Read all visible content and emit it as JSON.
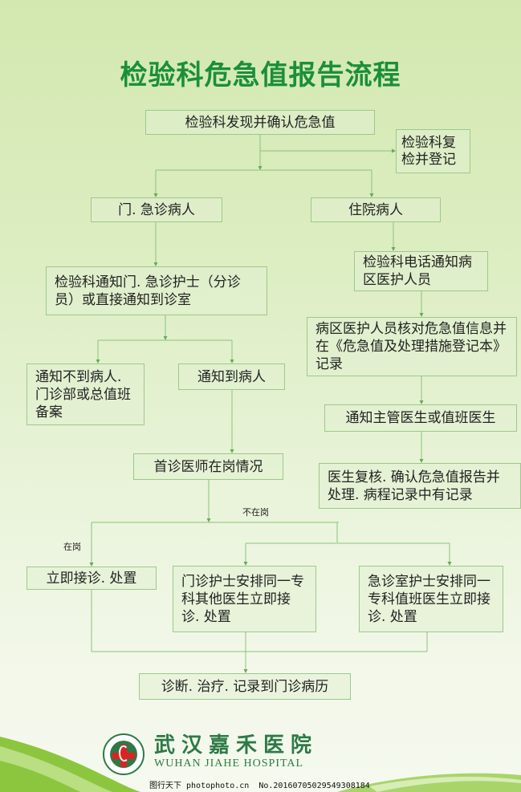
{
  "title": "检验科危急值报告流程",
  "nodes": {
    "start": "检验科发现并确认危急值",
    "recheck": "检验科复\n检并登记",
    "outpatient": "门. 急诊病人",
    "inpatient": "住院病人",
    "notify_outpatient": "检验科通知门. 急诊护士（分诊员）或直接通知到诊室",
    "notify_ward": "检验科电话通知病区医护人员",
    "ward_verify": "病区医护人员核对危急值信息并在《危急值及处理措施登记本》记录",
    "notify_doctor": "通知主管医生或值班医生",
    "doctor_review": "医生复核. 确认危急值报告并处理. 病程记录中有记录",
    "not_reached": "通知不到病人. 门诊部或总值班备案",
    "reached": "通知到病人",
    "first_doctor": "首诊医师在岗情况",
    "immediate": "立即接诊. 处置",
    "clinic_nurse": "门诊护士安排同一专科其他医生立即接诊. 处置",
    "er_nurse": "急诊室护士安排同一专科值班医生立即接诊. 处置",
    "final": "诊断. 治疗. 记录到门诊病历"
  },
  "edge_labels": {
    "on_duty": "在岗",
    "off_duty": "不在岗"
  },
  "footer": {
    "hospital_cn": "武汉嘉禾医院",
    "hospital_en": "WUHAN JIAHE HOSPITAL",
    "watermark": "图行天下 photophoto.cn  No.20160705029549308184"
  },
  "colors": {
    "title": "#1a8f3a",
    "box_border": "#9cc98a",
    "line": "#7fb86e",
    "brand": "#2d7a46",
    "wave": "#8cc63f"
  }
}
